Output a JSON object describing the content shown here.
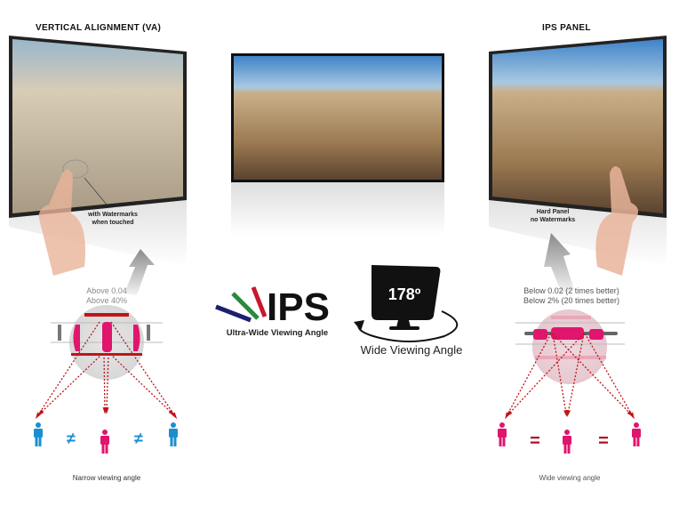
{
  "left_panel": {
    "title": "VERTICAL ALIGNMENT (VA)",
    "touch_note_line1": "with Watermarks",
    "touch_note_line2": "when touched",
    "spec_line1": "Above 0.04",
    "spec_line2": "Above 40%",
    "caption": "Narrow viewing angle",
    "comparison_symbol": "≠"
  },
  "right_panel": {
    "title": "IPS PANEL",
    "touch_note_line1": "Hard Panel",
    "touch_note_line2": "no Watermarks",
    "spec_line1": "Below 0.02 (2 times better)",
    "spec_line2": "Below 2% (20 times better)",
    "caption": "Wide viewing angle",
    "comparison_symbol": "="
  },
  "center": {
    "ips_logo_text": "IPS",
    "ips_tagline": "Ultra-Wide Viewing Angle",
    "angle_value": "178º",
    "angle_caption": "Wide Viewing Angle"
  },
  "colors": {
    "pink": "#e0156e",
    "blue": "#1a8fd0",
    "red": "#c0141a",
    "navy": "#1b1f6e",
    "green": "#2a8a3a"
  }
}
